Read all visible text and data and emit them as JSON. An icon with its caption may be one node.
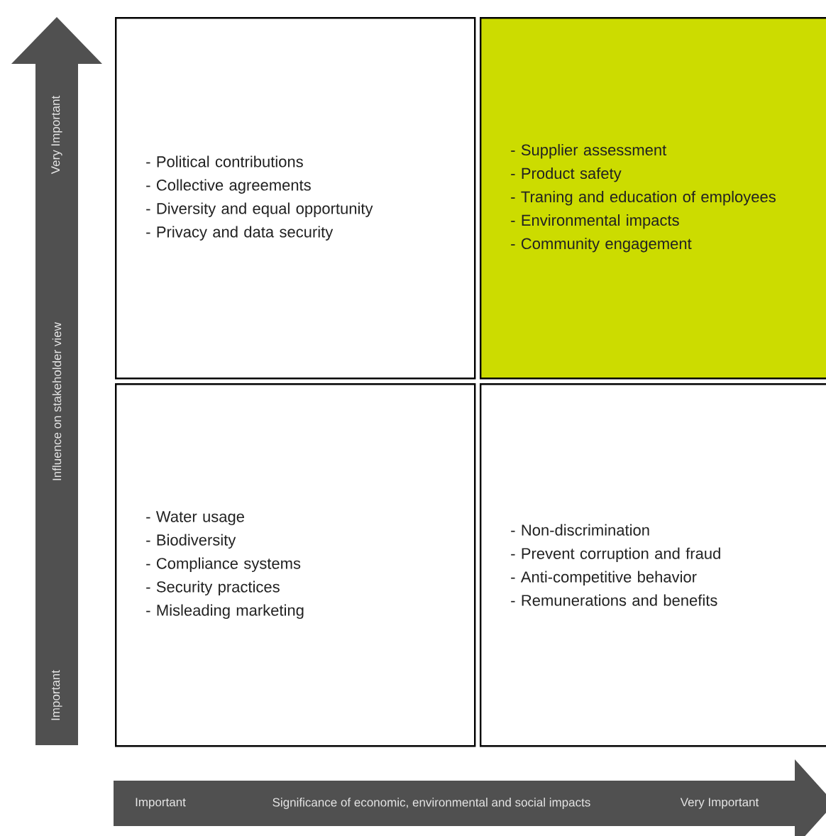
{
  "diagram": {
    "nodes": [
      {
        "text": [
          "- Political contributions",
          "- Collective agreements",
          "- Diversity and equal opportunity",
          "- Privacy and data security"
        ]
      },
      {
        "text": [
          "- Supplier assessment",
          "- Product safety",
          "- Traning and education of employees",
          "- Environmental impacts",
          "- Community engagement"
        ]
      },
      {
        "text": [
          "- Water usage",
          "- Biodiversity",
          "- Compliance systems",
          "- Security practices",
          "- Misleading marketing"
        ]
      },
      {
        "text": [
          "- Non-discrimination",
          "- Prevent corruption and fraud",
          "- Anti-competitive behavior",
          "- Remunerations and benefits"
        ]
      },
      {
        "text": [
          "Very Important",
          "Influence on stakeholder view",
          "Important"
        ]
      },
      {
        "text": [
          "Important",
          "Significance of economic, environmental and social impacts",
          "Very Important"
        ]
      }
    ]
  }
}
